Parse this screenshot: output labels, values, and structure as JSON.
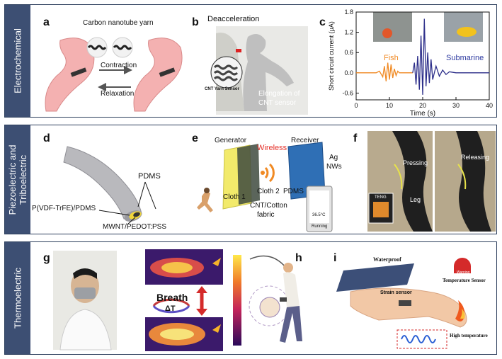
{
  "rows": {
    "electrochemical": "Electrochemical",
    "piezo_line1": "Piezoelectric and",
    "piezo_line2": "Triboelectric",
    "thermoelectric": "Thermoelectric"
  },
  "panel_a": {
    "label": "a",
    "title": "Carbon nanotube yarn",
    "contraction": "Contraction",
    "relaxation": "Relaxation"
  },
  "panel_b": {
    "label": "b",
    "title": "Deacceleration",
    "sensor": "CNT Yarn Sensor",
    "elong1": "Elongation of",
    "elong2": "CNT sensor"
  },
  "panel_c": {
    "label": "c",
    "fish": "Fish",
    "submarine": "Submarine"
  },
  "chart_data": {
    "type": "line",
    "xlabel": "Time (s)",
    "ylabel": "Short circuit current (μA)",
    "xlim": [
      0,
      40
    ],
    "ylim": [
      -0.8,
      1.8
    ],
    "x_ticks": [
      "0",
      "10",
      "20",
      "30",
      "40"
    ],
    "y_ticks": [
      "-0.6",
      "0.0",
      "0.6",
      "1.2",
      "1.8"
    ],
    "series": [
      {
        "color": "#f08a24",
        "x": [
          0,
          6,
          7,
          8,
          8.5,
          9,
          9.5,
          10,
          10.5,
          11,
          11.5,
          12,
          12.5,
          13,
          14,
          15,
          17
        ],
        "y": [
          0,
          0,
          0.05,
          -0.12,
          0.2,
          -0.25,
          0.3,
          -0.2,
          0.25,
          -0.15,
          0.12,
          -0.08,
          0.05,
          0,
          0,
          0,
          0
        ]
      },
      {
        "color": "#2d2f8a",
        "x": [
          17,
          17.5,
          18,
          18.5,
          19,
          19.5,
          20,
          20.5,
          21,
          21.5,
          22,
          22.5,
          23,
          24,
          25,
          26,
          27,
          28,
          30,
          33,
          36,
          40
        ],
        "y": [
          0,
          0.3,
          -0.35,
          0.5,
          -0.5,
          1.1,
          -0.65,
          1.6,
          -0.4,
          0.6,
          -0.3,
          0.4,
          -0.2,
          0.2,
          -0.1,
          0.08,
          -0.05,
          0.03,
          0,
          0,
          0,
          0
        ]
      }
    ]
  },
  "panel_d": {
    "label": "d",
    "pdms": "PDMS",
    "pvdf": "P(VDF-TrFE)/PDMS",
    "mwnt": "MWNT/PEDOT:PSS"
  },
  "panel_e": {
    "label": "e",
    "generator": "Generator",
    "wireless": "Wireless",
    "receiver": "Receiver",
    "ag1": "Ag",
    "ag2": "NWs",
    "cloth1": "Cloth 1",
    "cloth2": "Cloth 2",
    "pdms": "PDMS",
    "cnt1": "CNT/Cotton",
    "cnt2": "fabric",
    "temp": "36.5°C",
    "running": "Running"
  },
  "panel_f": {
    "label": "f",
    "pressing": "Pressing",
    "releasing": "Releasing",
    "leg": "Leg",
    "teng": "TENG"
  },
  "panel_g": {
    "label": "g",
    "breath": "Breath",
    "dt": "ΔT"
  },
  "panel_h": {
    "label": "h"
  },
  "panel_i": {
    "label": "i",
    "waterproof": "Waterproof",
    "strain": "Strain sensor",
    "warning": "Warning",
    "temp_sensor": "Temperature Sensor",
    "high_temp": "High temperature"
  },
  "colors": {
    "sidebar": "#3d4f73",
    "border": "#2c3e5c",
    "fish_signal": "#f08a24",
    "sub_signal": "#2d2f8a",
    "wireless": "#e5312a"
  }
}
